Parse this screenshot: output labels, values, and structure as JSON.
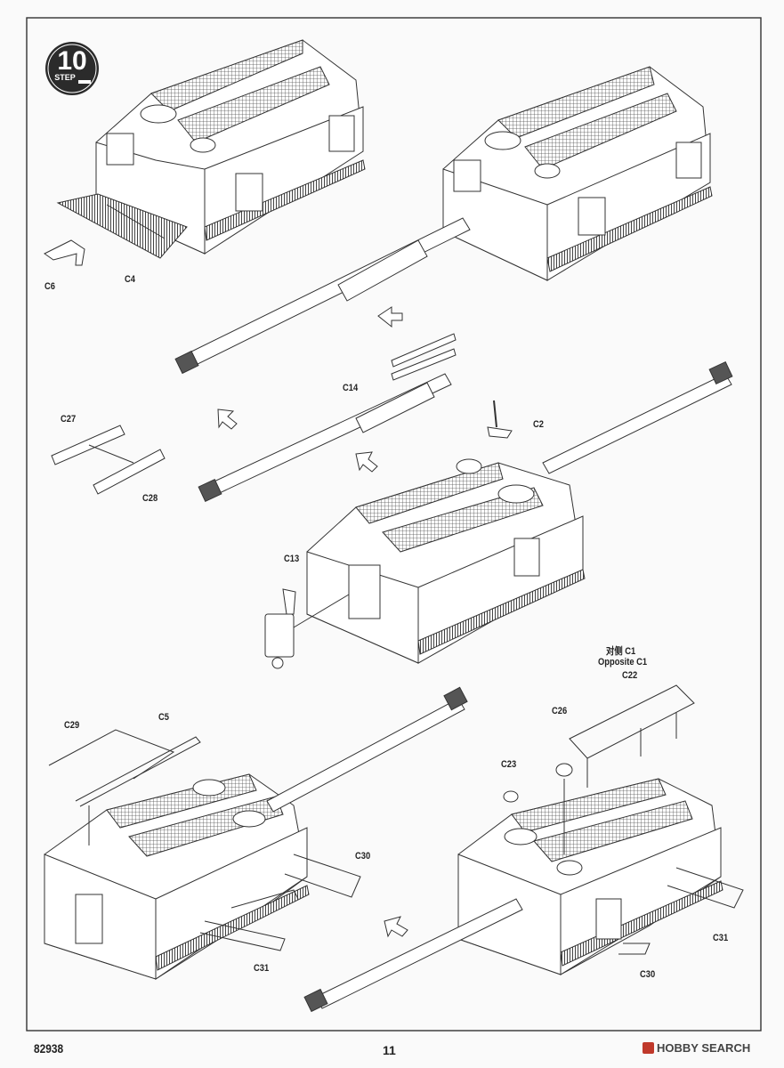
{
  "step": {
    "number": "10",
    "word": "STEP"
  },
  "labels": {
    "c6": "C6",
    "c4": "C4",
    "c14": "C14",
    "c27": "C27",
    "c28": "C28",
    "c2": "C2",
    "c13": "C13",
    "opposite_cn": "对侧 C1",
    "opposite_en": "Opposite C1",
    "c22": "C22",
    "c29": "C29",
    "c5": "C5",
    "c26": "C26",
    "c23": "C23",
    "c30_left": "C30",
    "c31_left": "C31",
    "c31_right": "C31",
    "c30_right": "C30"
  },
  "footer": {
    "part_number": "82938",
    "page_number": "11",
    "watermark": "HOBBY SEARCH"
  }
}
